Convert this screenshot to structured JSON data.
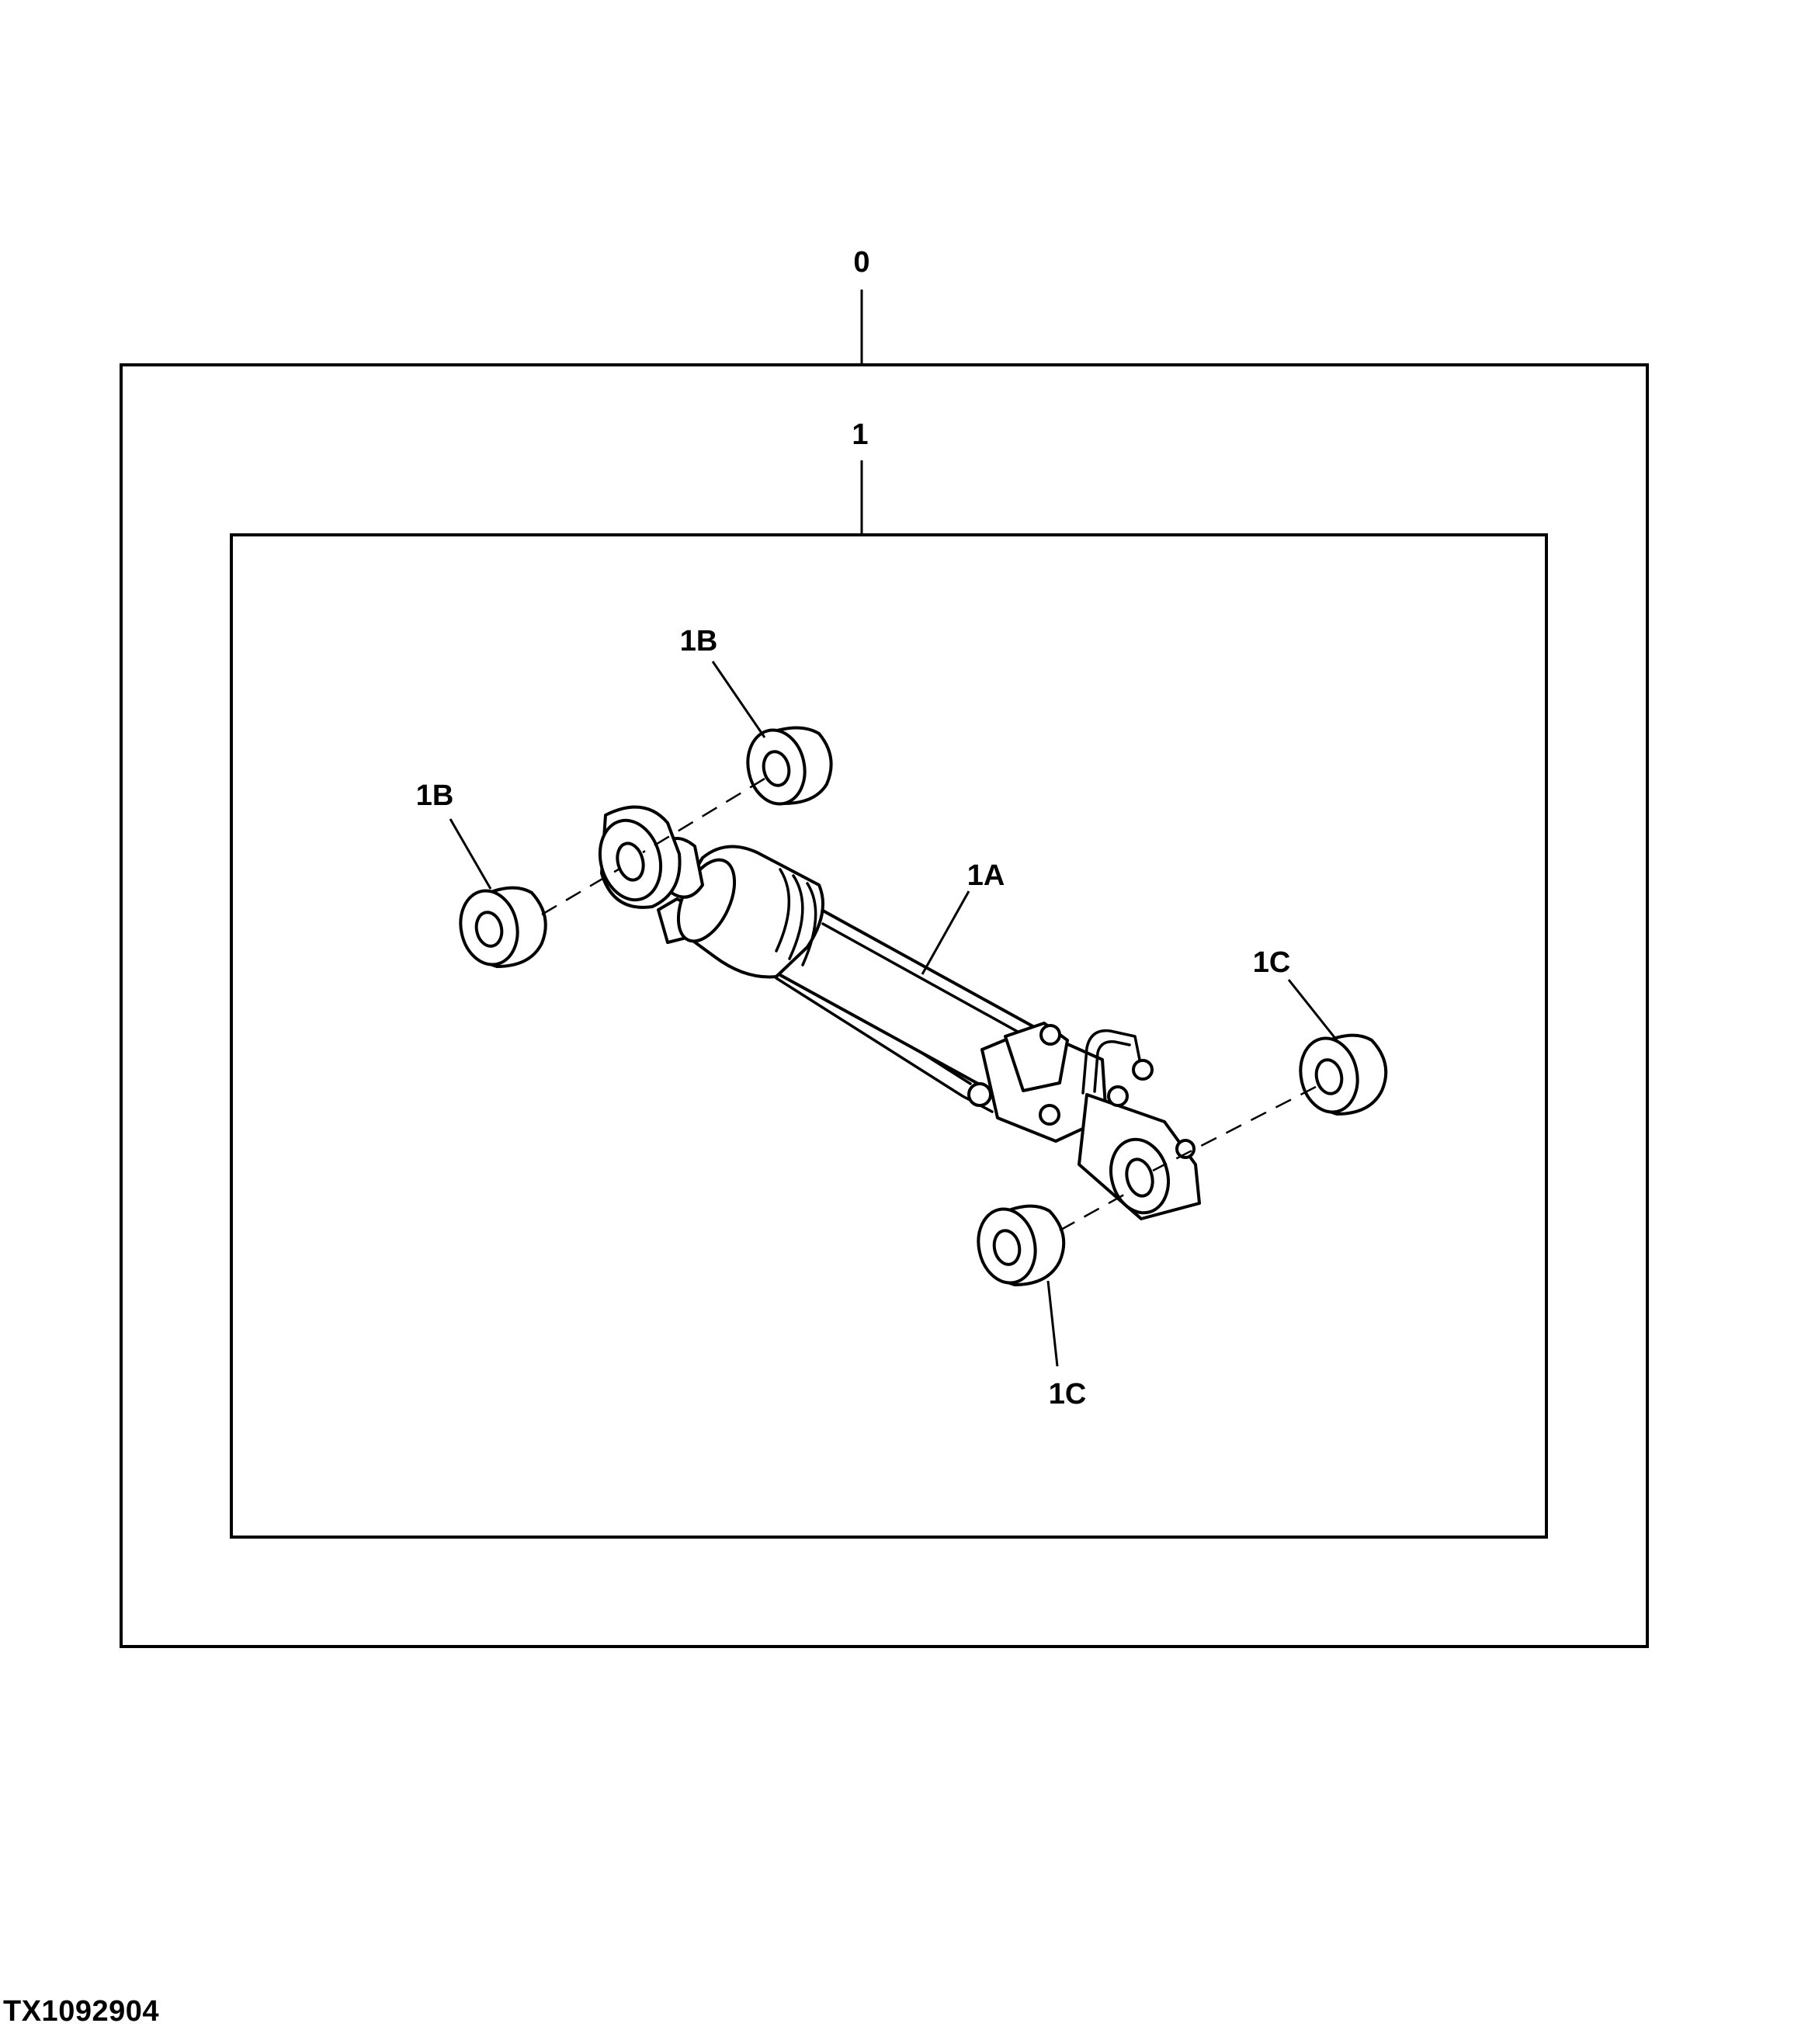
{
  "labels": {
    "assembly": "0",
    "kit": "1",
    "cylinder": "1A",
    "bushing_rod_top": "1B",
    "bushing_rod_left": "1B",
    "bushing_head_right": "1C",
    "bushing_head_bottom": "1C"
  },
  "figure_id": "TX1092904",
  "colors": {
    "line": "#000000",
    "background": "#ffffff"
  }
}
